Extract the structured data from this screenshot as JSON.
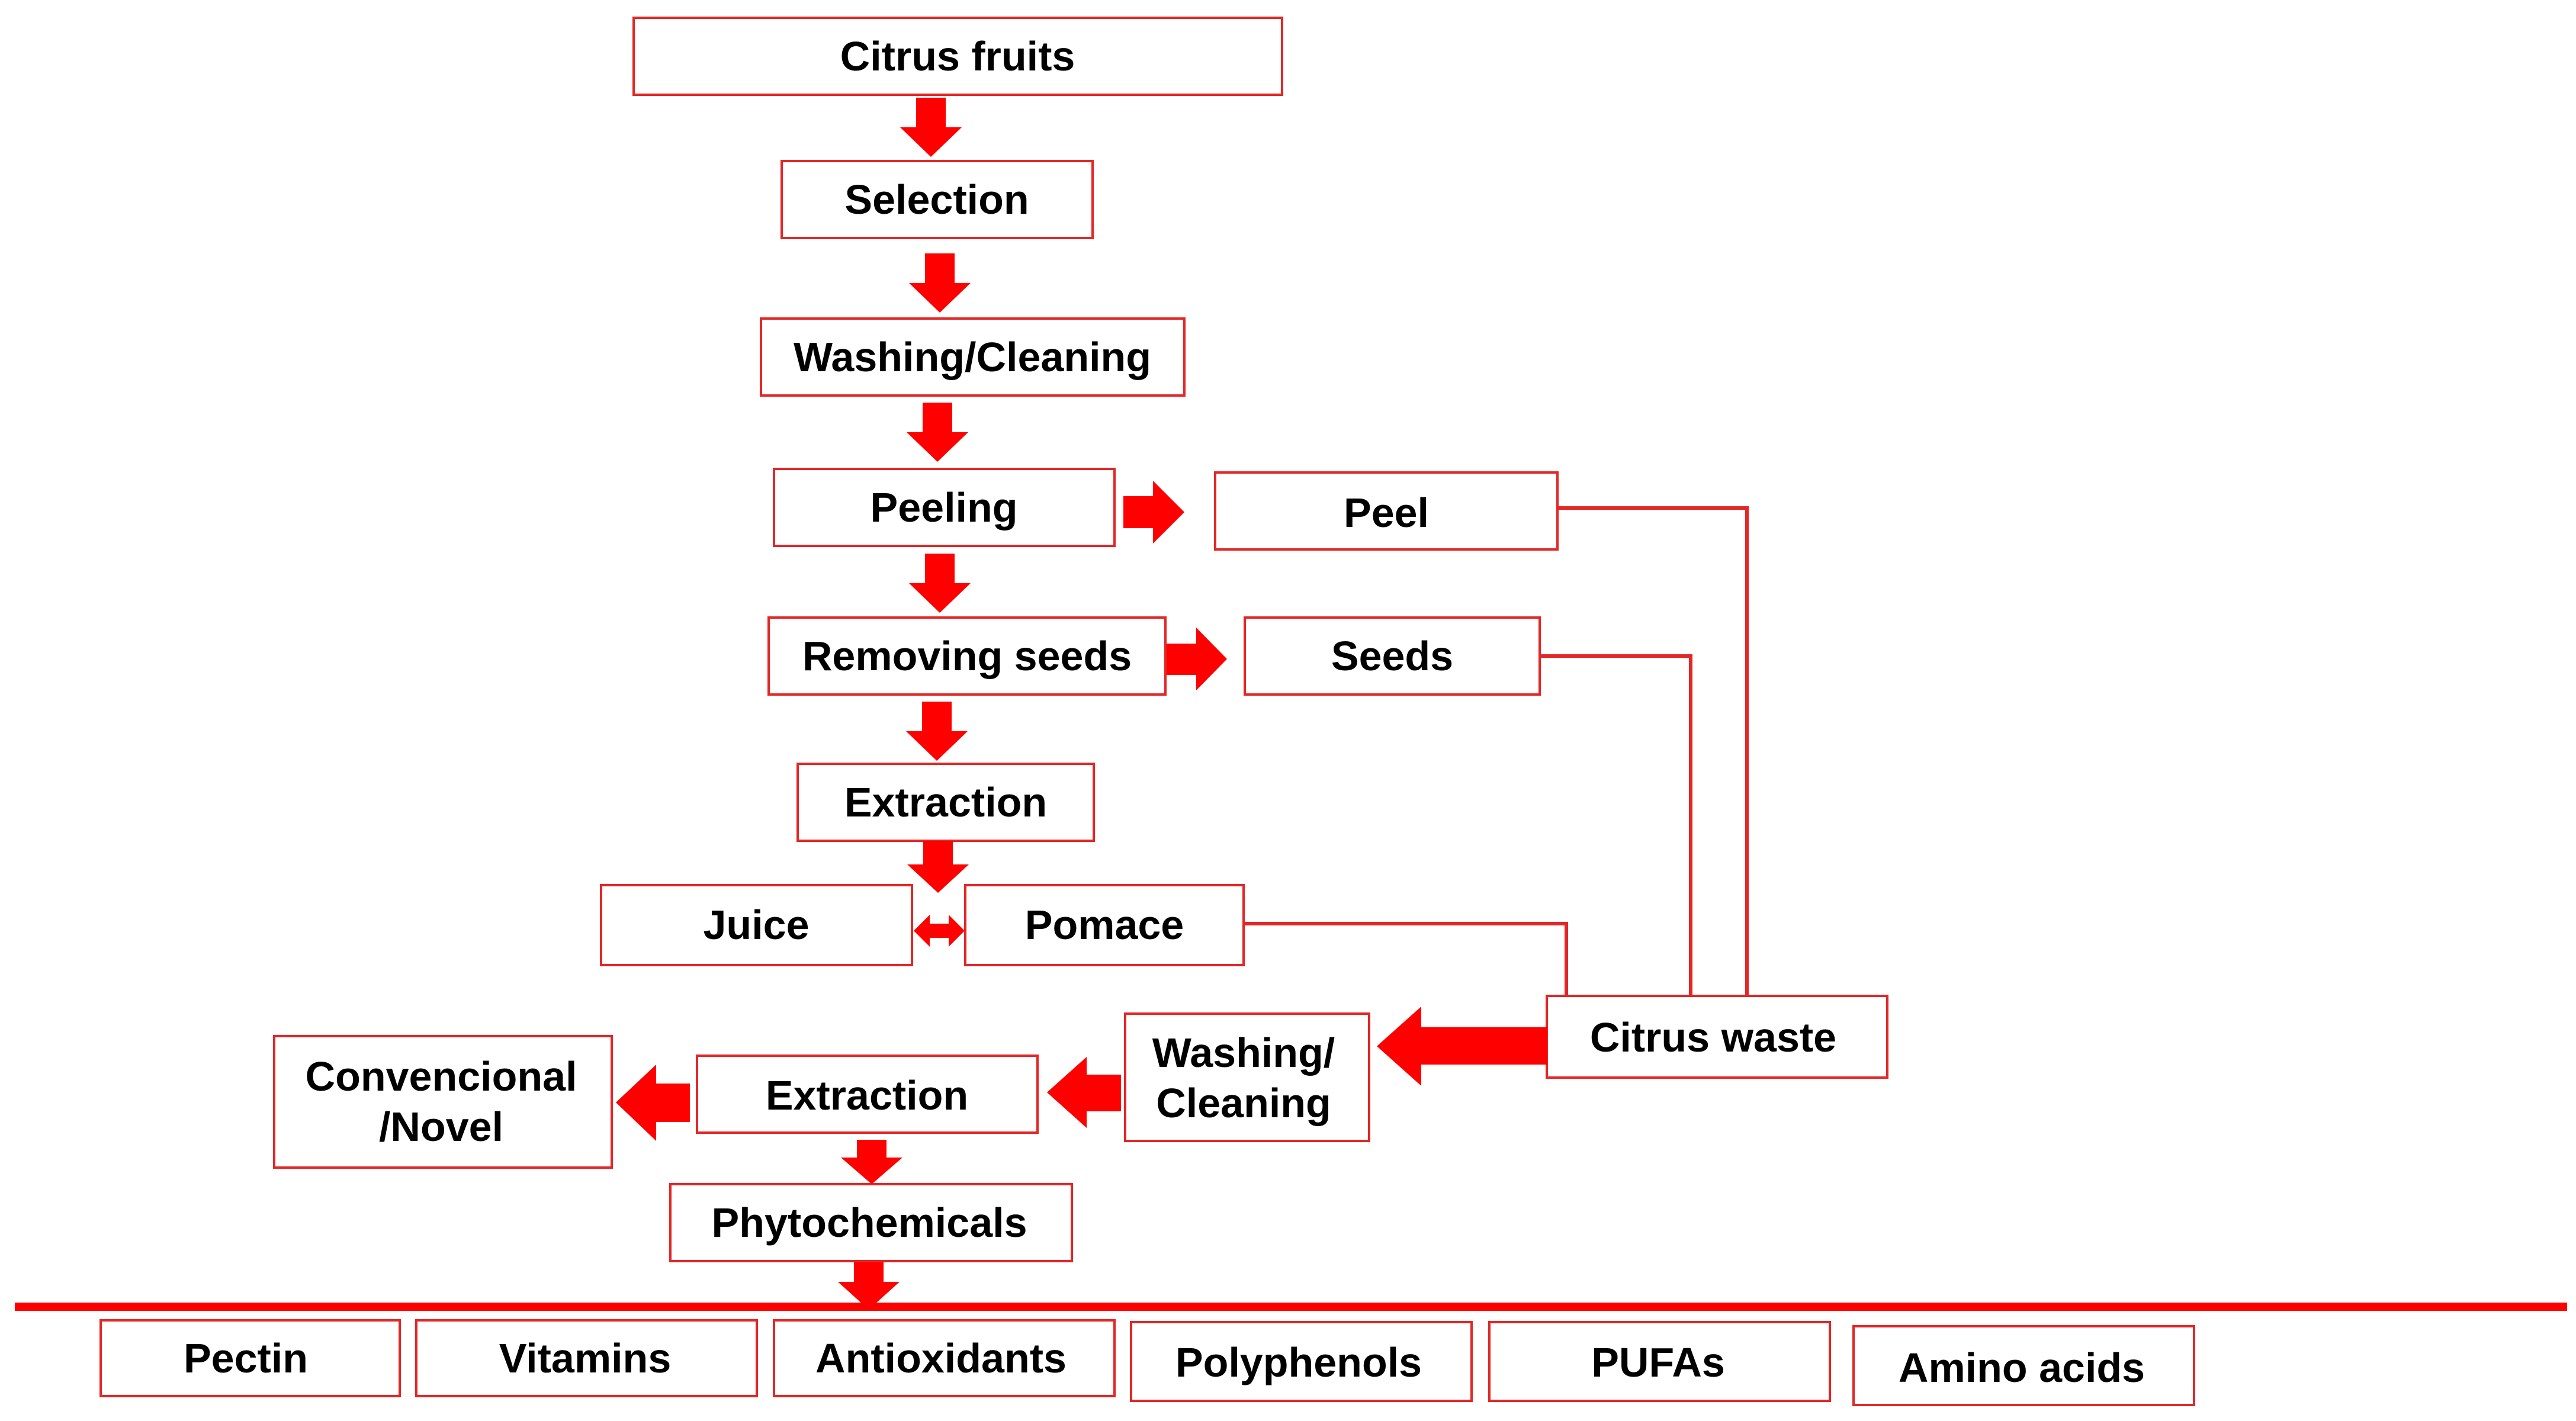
{
  "steps": {
    "citrus_fruits": "Citrus fruits",
    "selection": "Selection",
    "washing_cleaning": "Washing/Cleaning",
    "peeling": "Peeling",
    "removing_seeds": "Removing seeds",
    "extraction": "Extraction",
    "juice": "Juice",
    "pomace": "Pomace"
  },
  "byproducts": {
    "peel": "Peel",
    "seeds": "Seeds",
    "citrus_waste": "Citrus waste"
  },
  "waste_processing": {
    "washing_line1": "Washing/",
    "washing_line2": "Cleaning",
    "extraction": "Extraction",
    "method_line1": "Convencional",
    "method_line2": "/Novel",
    "phytochemicals": "Phytochemicals"
  },
  "products": [
    "Pectin",
    "Vitamins",
    "Antioxidants",
    "Polyphenols",
    "PUFAs",
    "Amino acids"
  ],
  "colors": {
    "accent": "#ff0000",
    "border": "#e32626",
    "text": "#000000",
    "background": "#ffffff"
  }
}
